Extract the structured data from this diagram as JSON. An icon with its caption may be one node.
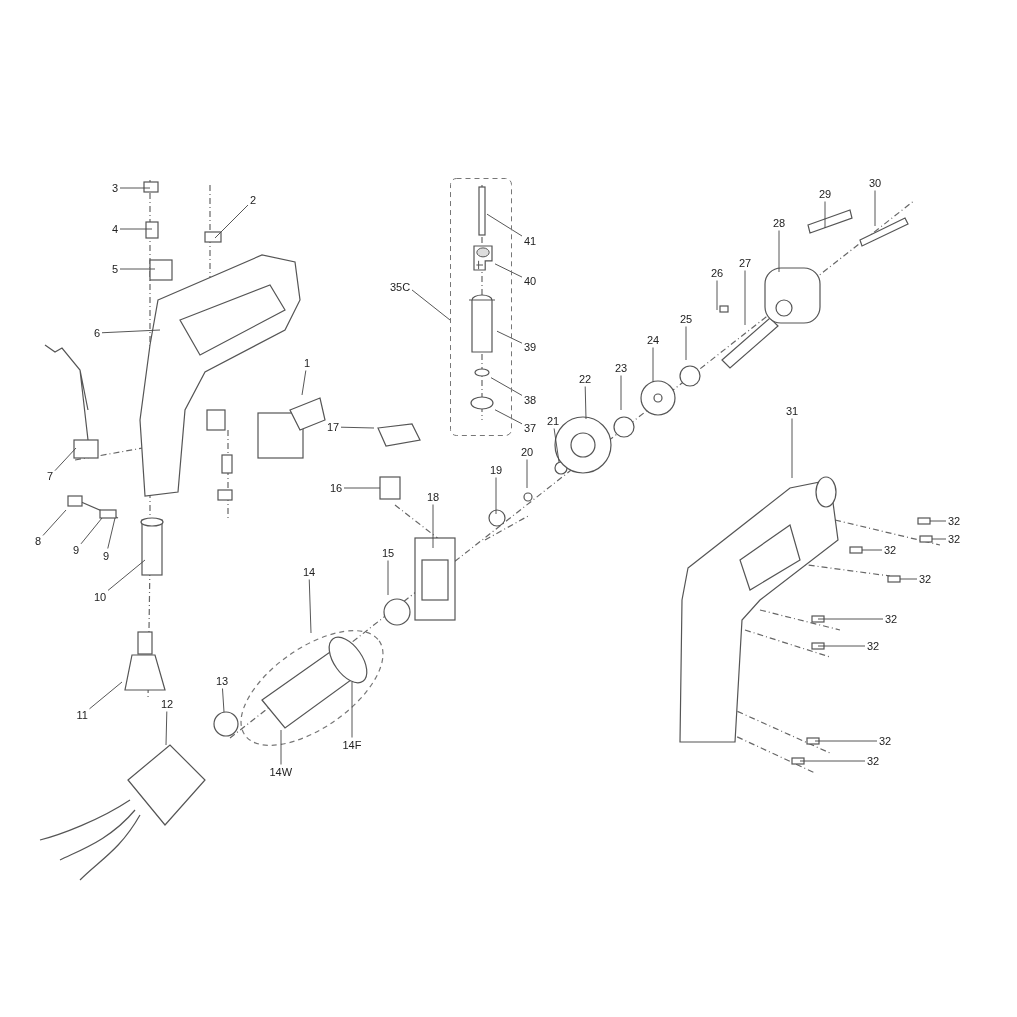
{
  "diagram": {
    "nodes": [
      {
        "text": [
          "3"
        ]
      },
      {
        "text": [
          "2"
        ]
      },
      {
        "text": [
          "4"
        ]
      },
      {
        "text": [
          "5"
        ]
      },
      {
        "text": [
          "6"
        ]
      },
      {
        "text": [
          "1"
        ]
      },
      {
        "text": [
          "7"
        ]
      },
      {
        "text": [
          "8"
        ]
      },
      {
        "text": [
          "9"
        ]
      },
      {
        "text": [
          "9"
        ]
      },
      {
        "text": [
          "10"
        ]
      },
      {
        "text": [
          "11"
        ]
      },
      {
        "text": [
          "12"
        ]
      },
      {
        "text": [
          "13"
        ]
      },
      {
        "text": [
          "14"
        ]
      },
      {
        "text": [
          "14W"
        ]
      },
      {
        "text": [
          "14F"
        ]
      },
      {
        "text": [
          "15"
        ]
      },
      {
        "text": [
          "16"
        ]
      },
      {
        "text": [
          "17"
        ]
      },
      {
        "text": [
          "18"
        ]
      },
      {
        "text": [
          "19"
        ]
      },
      {
        "text": [
          "20"
        ]
      },
      {
        "text": [
          "21"
        ]
      },
      {
        "text": [
          "22"
        ]
      },
      {
        "text": [
          "23"
        ]
      },
      {
        "text": [
          "24"
        ]
      },
      {
        "text": [
          "25"
        ]
      },
      {
        "text": [
          "26"
        ]
      },
      {
        "text": [
          "27"
        ]
      },
      {
        "text": [
          "28"
        ]
      },
      {
        "text": [
          "29"
        ]
      },
      {
        "text": [
          "30"
        ]
      },
      {
        "text": [
          "31"
        ]
      },
      {
        "text": [
          "32"
        ]
      },
      {
        "text": [
          "32"
        ]
      },
      {
        "text": [
          "32"
        ]
      },
      {
        "text": [
          "32"
        ]
      },
      {
        "text": [
          "32"
        ]
      },
      {
        "text": [
          "32"
        ]
      },
      {
        "text": [
          "32"
        ]
      },
      {
        "text": [
          "32"
        ]
      },
      {
        "text": [
          "35C"
        ]
      },
      {
        "text": [
          "41"
        ]
      },
      {
        "text": [
          "40"
        ]
      },
      {
        "text": [
          "39"
        ]
      },
      {
        "text": [
          "38"
        ]
      },
      {
        "text": [
          "37"
        ]
      },
      {
        "text": [],
        "shape": "box"
      },
      {
        "text": [],
        "shape": "bar",
        "in": 48
      },
      {
        "text": [],
        "shape": "picture",
        "in": 48
      },
      {
        "text": [],
        "shape": "cylinder",
        "in": 48
      },
      {
        "text": [],
        "shape": "circle",
        "in": 48
      },
      {
        "text": [],
        "shape": "circle",
        "in": 48
      }
    ],
    "edges": [
      {
        "from": 0,
        "to": null,
        "arrow": "none"
      },
      {
        "from": 1,
        "to": null,
        "arrow": "none"
      },
      {
        "from": 2,
        "to": null,
        "arrow": "none"
      },
      {
        "from": 3,
        "to": null,
        "arrow": "none"
      },
      {
        "from": 4,
        "to": null,
        "arrow": "none"
      },
      {
        "from": 5,
        "to": null,
        "arrow": "none"
      },
      {
        "from": 6,
        "to": null,
        "arrow": "none"
      },
      {
        "from": 7,
        "to": null,
        "arrow": "none"
      },
      {
        "from": 8,
        "to": null,
        "arrow": "none"
      },
      {
        "from": 9,
        "to": null,
        "arrow": "none"
      },
      {
        "from": 10,
        "to": null,
        "arrow": "none"
      },
      {
        "from": 11,
        "to": null,
        "arrow": "none"
      },
      {
        "from": 12,
        "to": null,
        "arrow": "none"
      },
      {
        "from": 13,
        "to": null,
        "arrow": "none"
      },
      {
        "from": 14,
        "to": null,
        "arrow": "none"
      },
      {
        "from": 15,
        "to": null,
        "arrow": "none"
      },
      {
        "from": 16,
        "to": null,
        "arrow": "none"
      },
      {
        "from": 17,
        "to": null,
        "arrow": "none"
      },
      {
        "from": 18,
        "to": null,
        "arrow": "none"
      },
      {
        "from": 19,
        "to": null,
        "arrow": "none"
      },
      {
        "from": 20,
        "to": null,
        "arrow": "none"
      },
      {
        "from": 21,
        "to": null,
        "arrow": "none"
      },
      {
        "from": 22,
        "to": null,
        "arrow": "none"
      },
      {
        "from": 23,
        "to": null,
        "arrow": "none"
      },
      {
        "from": 24,
        "to": null,
        "arrow": "none"
      },
      {
        "from": 25,
        "to": null,
        "arrow": "none"
      },
      {
        "from": 26,
        "to": null,
        "arrow": "none"
      },
      {
        "from": 27,
        "to": null,
        "arrow": "none"
      },
      {
        "from": 28,
        "to": null,
        "arrow": "none"
      },
      {
        "from": 29,
        "to": null,
        "arrow": "none"
      },
      {
        "from": 30,
        "to": null,
        "arrow": "none"
      },
      {
        "from": 31,
        "to": null,
        "arrow": "none"
      },
      {
        "from": 32,
        "to": null,
        "arrow": "none"
      },
      {
        "from": 33,
        "to": null,
        "arrow": "none"
      },
      {
        "from": 34,
        "to": null,
        "arrow": "none"
      },
      {
        "from": 35,
        "to": null,
        "arrow": "none"
      },
      {
        "from": 36,
        "to": null,
        "arrow": "none"
      },
      {
        "from": 37,
        "to": null,
        "arrow": "none"
      },
      {
        "from": 38,
        "to": null,
        "arrow": "none"
      },
      {
        "from": 39,
        "to": null,
        "arrow": "none"
      },
      {
        "from": 40,
        "to": null,
        "arrow": "none"
      },
      {
        "from": 41,
        "to": null,
        "arrow": "none"
      },
      {
        "from": 42,
        "to": 48,
        "arrow": "none"
      },
      {
        "from": 43,
        "to": 49,
        "arrow": "none"
      },
      {
        "from": 44,
        "to": 50,
        "arrow": "none"
      },
      {
        "from": 45,
        "to": 51,
        "arrow": "none"
      },
      {
        "from": 46,
        "to": 52,
        "arrow": "none"
      },
      {
        "from": 47,
        "to": 53,
        "arrow": "none"
      }
    ]
  }
}
